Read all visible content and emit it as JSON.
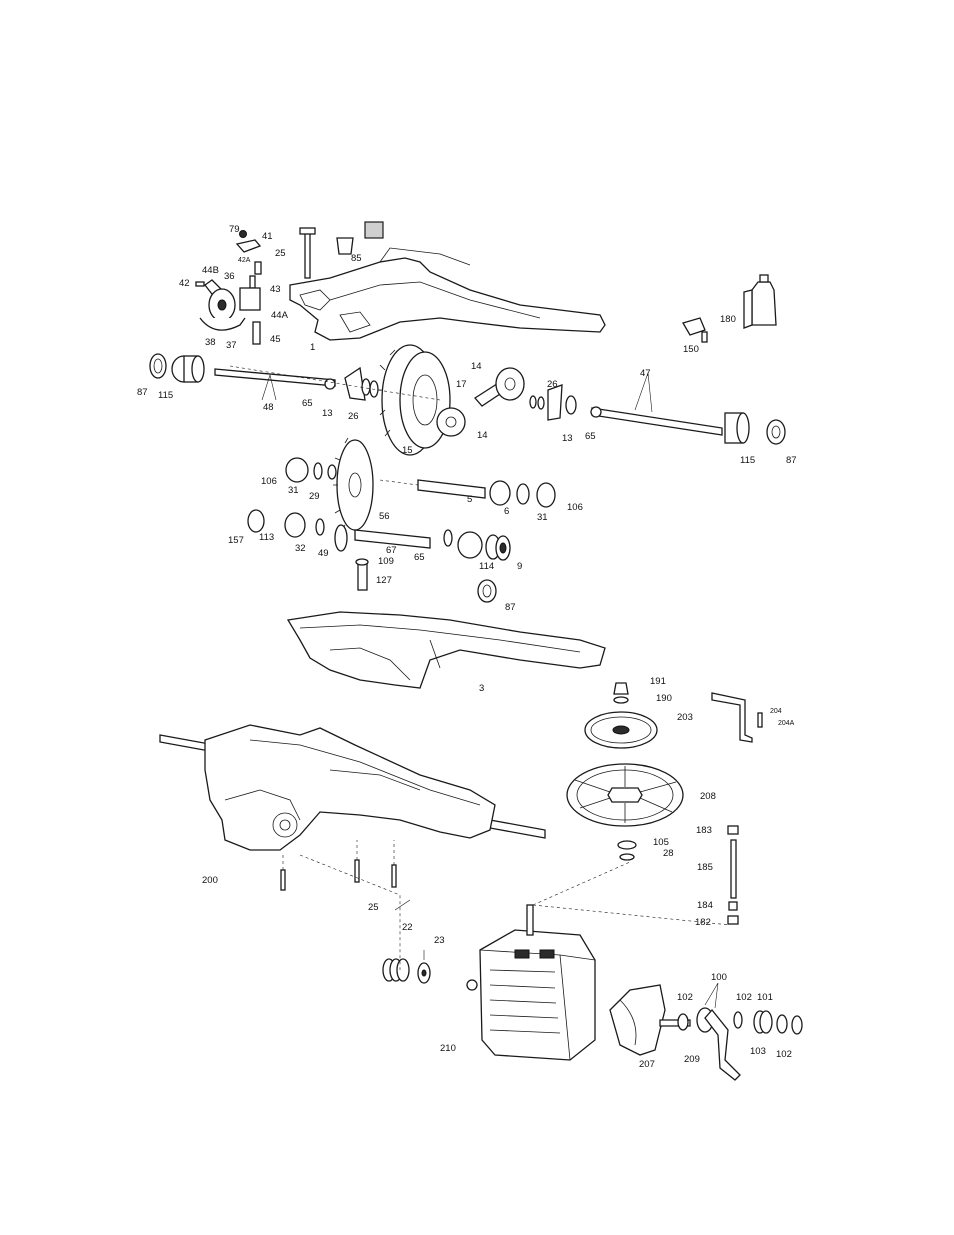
{
  "callouts": {
    "c79": "79",
    "c41": "41",
    "c25a": "25",
    "c85": "85",
    "c42A": "42A",
    "c44B": "44B",
    "c36": "36",
    "c42": "42",
    "c43": "43",
    "c44A": "44A",
    "c38": "38",
    "c37": "37",
    "c45": "45",
    "c1": "1",
    "c180": "180",
    "c150": "150",
    "c87a": "87",
    "c115a": "115",
    "c48": "48",
    "c65a": "65",
    "c13a": "13",
    "c26a": "26",
    "c15": "15",
    "c14a": "14",
    "c17": "17",
    "c14b": "14",
    "c26b": "26",
    "c13b": "13",
    "c65b": "65",
    "c47": "47",
    "c115b": "115",
    "c87b": "87",
    "c106a": "106",
    "c31a": "31",
    "c29": "29",
    "c56": "56",
    "c5": "5",
    "c6": "6",
    "c31b": "31",
    "c106b": "106",
    "c157": "157",
    "c113": "113",
    "c32": "32",
    "c49": "49",
    "c67": "67",
    "c109": "109",
    "c65c": "65",
    "c114": "114",
    "c9": "9",
    "c127": "127",
    "c87c": "87",
    "c3": "3",
    "c191": "191",
    "c190": "190",
    "c203": "203",
    "c204": "204",
    "c204A": "204A",
    "c208": "208",
    "c105": "105",
    "c28": "28",
    "c183": "183",
    "c185": "185",
    "c184": "184",
    "c182": "182",
    "c200": "200",
    "c25b": "25",
    "c22": "22",
    "c23": "23",
    "c100": "100",
    "c102a": "102",
    "c102b": "102",
    "c101": "101",
    "c103": "103",
    "c102c": "102",
    "c210": "210",
    "c207": "207",
    "c209": "209"
  }
}
